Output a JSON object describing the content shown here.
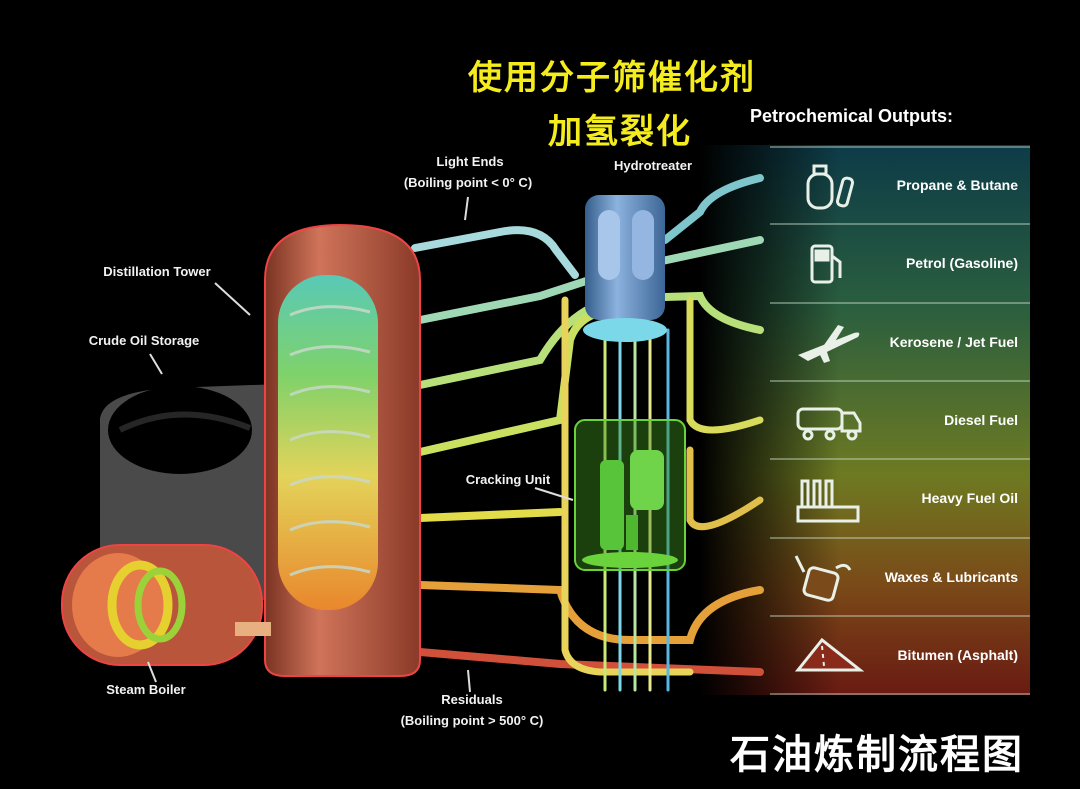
{
  "title": {
    "line1": "使用分子筛催化剂",
    "line2": "加氢裂化"
  },
  "footer_title": "石油炼制流程图",
  "labels": {
    "light_ends": "Light Ends",
    "light_ends_bp": "(Boiling point < 0° C)",
    "hydrotreater": "Hydrotreater",
    "distillation_tower": "Distillation Tower",
    "crude_oil_storage": "Crude Oil Storage",
    "cracking_unit": "Cracking Unit",
    "steam_boiler": "Steam Boiler",
    "residuals": "Residuals",
    "residuals_bp": "(Boiling point  > 500° C)"
  },
  "outputs": {
    "header": "Petrochemical Outputs:",
    "items": [
      {
        "label": "Propane & Butane",
        "icon": "gas-cylinder-icon",
        "color": "#1f5560"
      },
      {
        "label": "Petrol (Gasoline)",
        "icon": "fuel-pump-icon",
        "color": "#2a6248"
      },
      {
        "label": "Kerosene / Jet Fuel",
        "icon": "airplane-icon",
        "color": "#4a7a3a"
      },
      {
        "label": "Diesel Fuel",
        "icon": "truck-icon",
        "color": "#6a7e2c"
      },
      {
        "label": "Heavy Fuel Oil",
        "icon": "factory-icon",
        "color": "#7a7020"
      },
      {
        "label": "Waxes & Lubricants",
        "icon": "oil-can-icon",
        "color": "#7a4a1a"
      },
      {
        "label": "Bitumen (Asphalt)",
        "icon": "road-icon",
        "color": "#7a2818"
      }
    ]
  }
}
